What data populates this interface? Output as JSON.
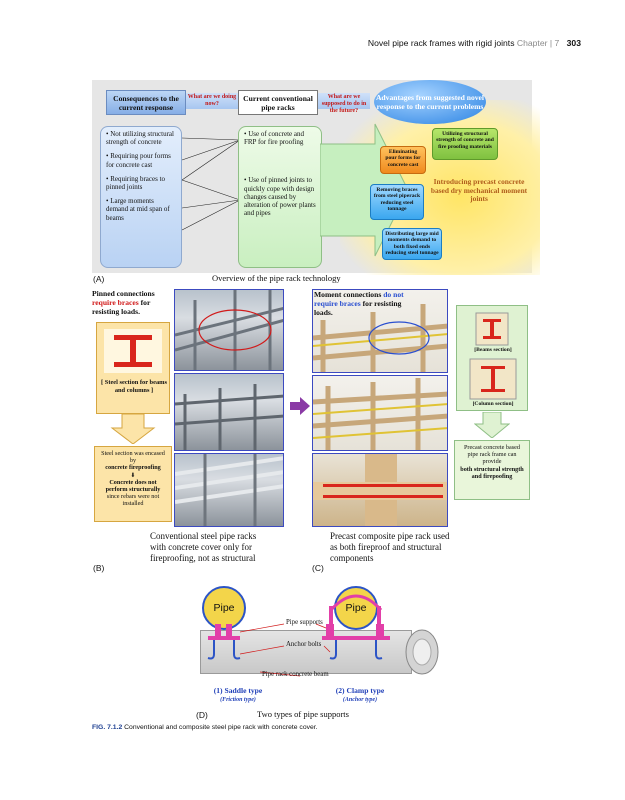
{
  "header": {
    "running_title": "Novel pipe rack frames with rigid joints",
    "chapter": "Chapter",
    "chapter_sep": "|",
    "chapter_num": "7",
    "page_number": "303"
  },
  "panel_a": {
    "consequences_header": "Consequences to the current response",
    "question_left": "What are we doing now?",
    "current_header": "Current conventional pipe racks",
    "question_right": "What are we supposed to do in the future?",
    "advantages_header": "Advantages from suggested novel response to the current problems",
    "consequences": [
      "Not utilizing structural strength of concrete",
      "Requiring pour forms for concrete cast",
      "Requiring braces to pinned joints",
      "Large moments demand at mid span of beams"
    ],
    "current_items": [
      "Use of concrete and FRP for fire proofing",
      "Use of pinned joints to quickly cope with design changes caused by alteration of power plants and pipes"
    ],
    "advantages": [
      "Utilizing structural strength of concrete and fire proofing materials",
      "Eliminating pour forms for concrete cast",
      "Removing braces from steel piperack reducing steel tonnage",
      "Distributing large mid moments demand to both fixed ends reducing steel tonnage"
    ],
    "intro_text": "Introducing precast concrete based dry mechanical moment joints",
    "label": "(A)",
    "caption": "Overview of the pipe rack technology"
  },
  "panel_b": {
    "pinned_lead": "Pinned connections",
    "pinned_red": "require braces",
    "pinned_rest": "for resisting loads.",
    "steel_section": "[ Steel section for beams and columns ]",
    "note_line1": "Steel section was encased by",
    "note_bold1": "concrete fireproofing",
    "note_arrow": "⬇",
    "note_bold2": "Concrete does not perform structurally",
    "note_line2": "since rebars were not installed",
    "caption_line1": "Conventional steel pipe racks",
    "caption_line2": "with concrete cover only for",
    "caption_line3": "fireproofing, not as structural",
    "label": "(B)"
  },
  "panel_c": {
    "moment_lead": "Moment connections",
    "moment_blue": "do not require braces",
    "moment_rest": "for resisting loads.",
    "beams_section": "[Beams section]",
    "column_section": "[Column section]",
    "note_line1": "Precast concrete based pipe rack frame can provide",
    "note_bold": "both structural strength and firepoofing",
    "caption_line1": "Precast composite pipe rack used",
    "caption_line2": "as both fireproof and structural",
    "caption_line3": "components",
    "label": "(C)"
  },
  "panel_d": {
    "pipe_left": "Pipe",
    "pipe_right": "Pipe",
    "pipe_supports": "Pipe supports",
    "anchor_bolts": "Anchor bolts",
    "beam": "Pipe rack concrete beam",
    "saddle_type": "(1) Saddle type",
    "saddle_sub": "(Friction type)",
    "clamp_type": "(2) Clamp type",
    "clamp_sub": "(Anchor type)",
    "label": "(D)",
    "caption": "Two types of pipe supports"
  },
  "figure_caption": {
    "label": "FIG. 7.1.2",
    "text": "Conventional and composite steel pipe rack with concrete cover."
  }
}
